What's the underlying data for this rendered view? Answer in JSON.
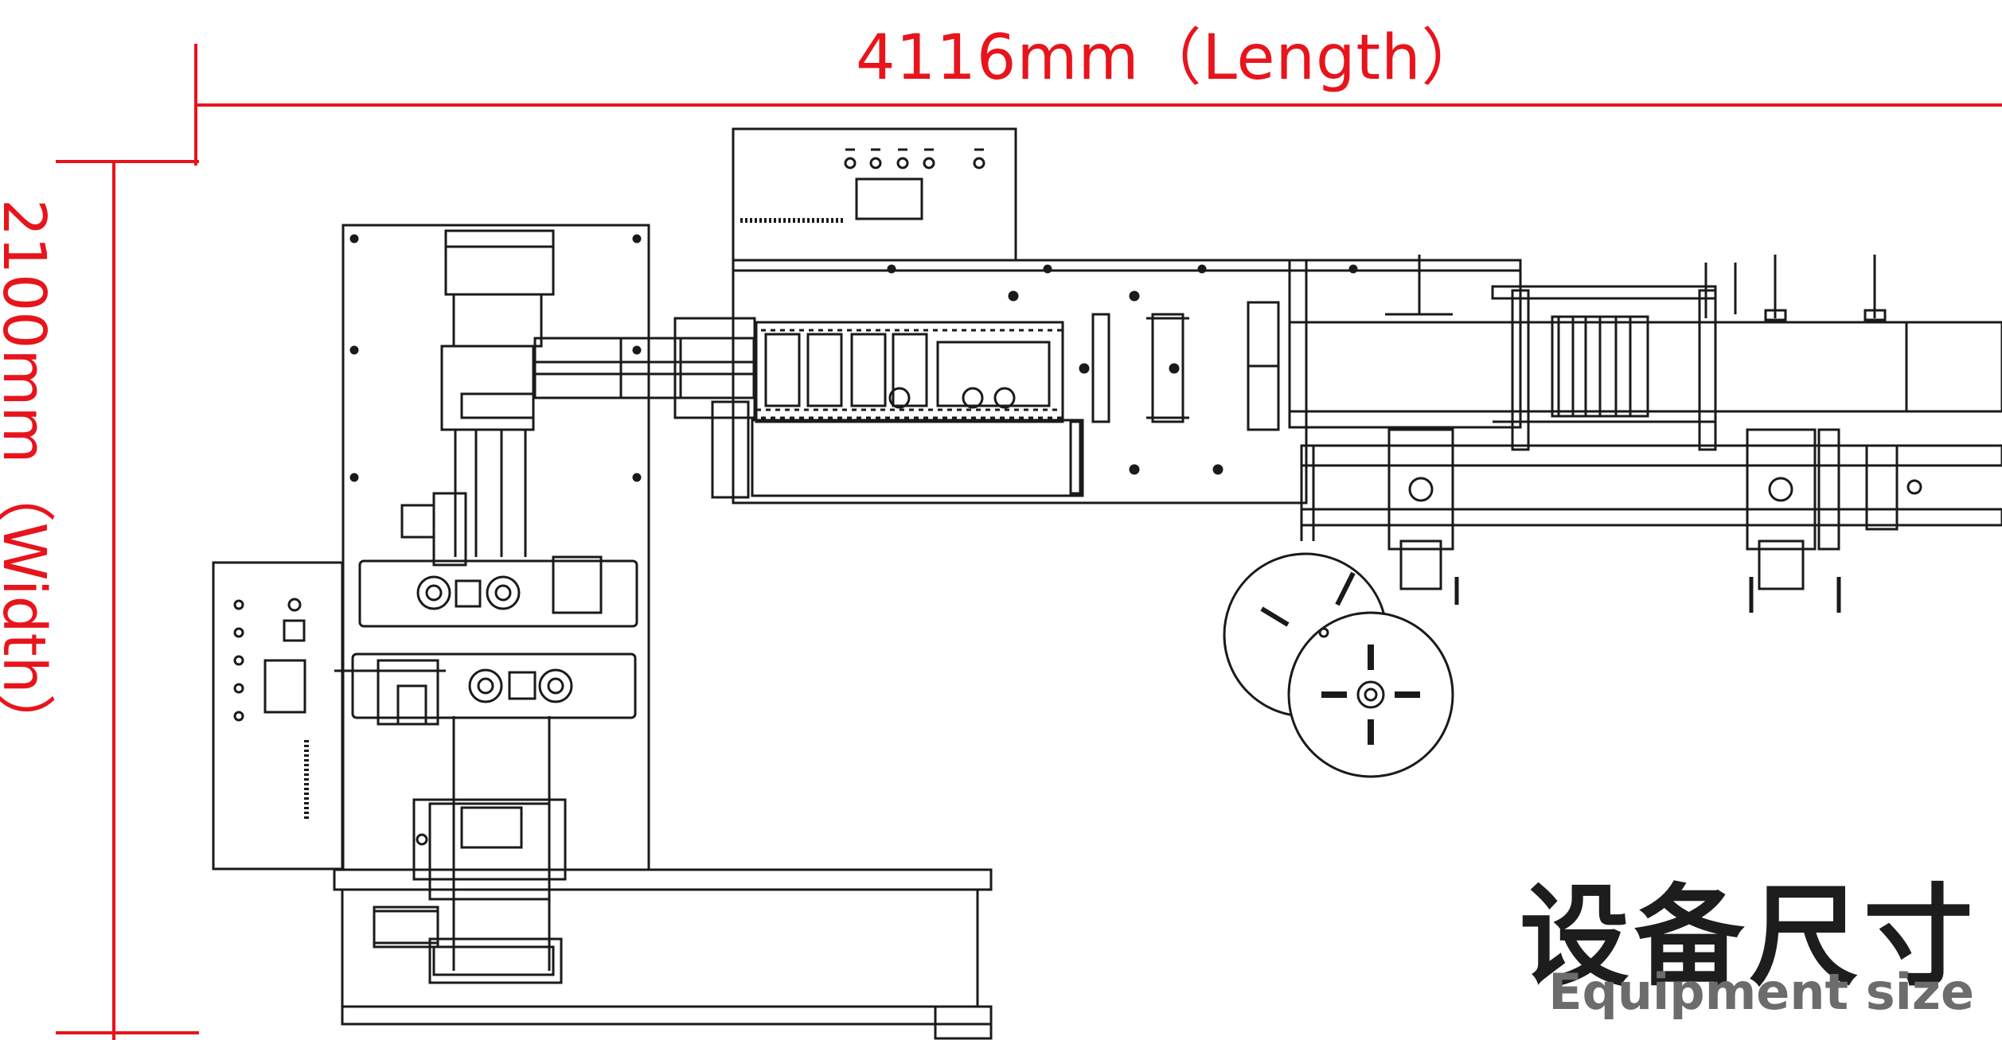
{
  "dimensions": {
    "length_label": "4116mm（Length）",
    "width_label": "2100mm（Width）"
  },
  "caption": {
    "title_cn": "设备尺寸",
    "title_en": "Equipment size"
  },
  "colors": {
    "dimension_red": "#e8141c",
    "drawing_line": "#1a1a1a",
    "caption_dark": "#1d1d1d",
    "caption_grey": "#6c6c6c"
  }
}
